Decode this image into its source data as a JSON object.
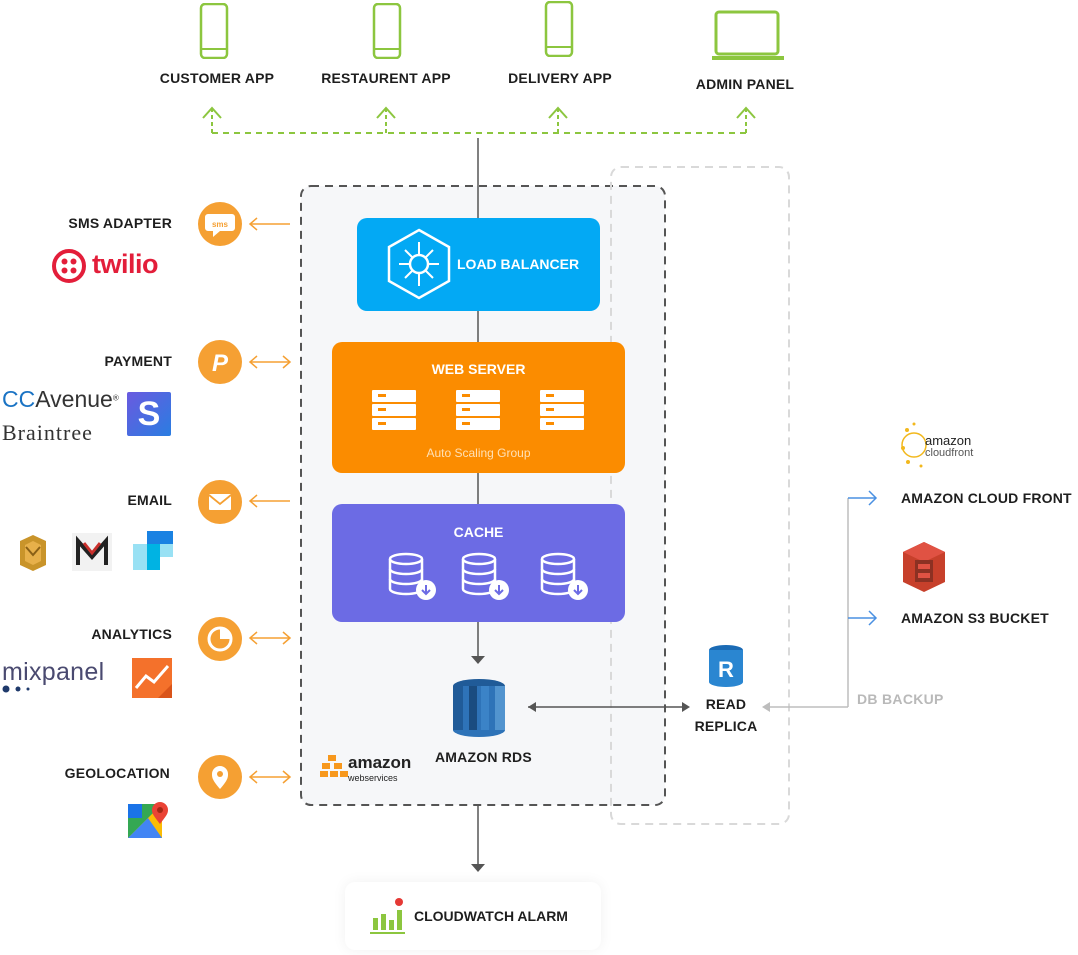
{
  "apps": {
    "customer": "CUSTOMER APP",
    "restaurant": "RESTAURENT APP",
    "delivery": "DELIVERY APP",
    "admin": "ADMIN PANEL"
  },
  "services": {
    "sms": "SMS ADAPTER",
    "sms_icon_text": "sms",
    "payment": "PAYMENT",
    "email": "EMAIL",
    "analytics": "ANALYTICS",
    "geolocation": "GEOLOCATION"
  },
  "logos": {
    "twilio": "twilio",
    "ccavenue_cc": "CC",
    "ccavenue_text": "Avenue",
    "braintree": "Braintree",
    "stripe": "S",
    "mixpanel": "mixpanel",
    "aws_amazon": "amazon",
    "aws_webservices": "webservices",
    "cloudfront_amazon": "amazon",
    "cloudfront_text": "cloudfront",
    "replica_r": "R"
  },
  "core": {
    "load_balancer": "LOAD BALANCER",
    "web_server": "WEB SERVER",
    "auto_scaling": "Auto Scaling Group",
    "cache": "CACHE",
    "rds": "AMAZON RDS",
    "read_replica_line1": "READ",
    "read_replica_line2": "REPLICA",
    "cloudwatch": "CLOUDWATCH ALARM"
  },
  "storage": {
    "cloud_front": "AMAZON CLOUD FRONT",
    "s3": "AMAZON S3 BUCKET",
    "db_backup": "DB BACKUP"
  },
  "colors": {
    "green": "#8cc63f",
    "orange": "#f5a033",
    "blue_lb": "#03a9f4",
    "web_server": "#fb8c00",
    "cache": "#6c6be4",
    "rds": "#2e73b8",
    "connector": "#555555",
    "link_blue": "#4a90e2"
  }
}
